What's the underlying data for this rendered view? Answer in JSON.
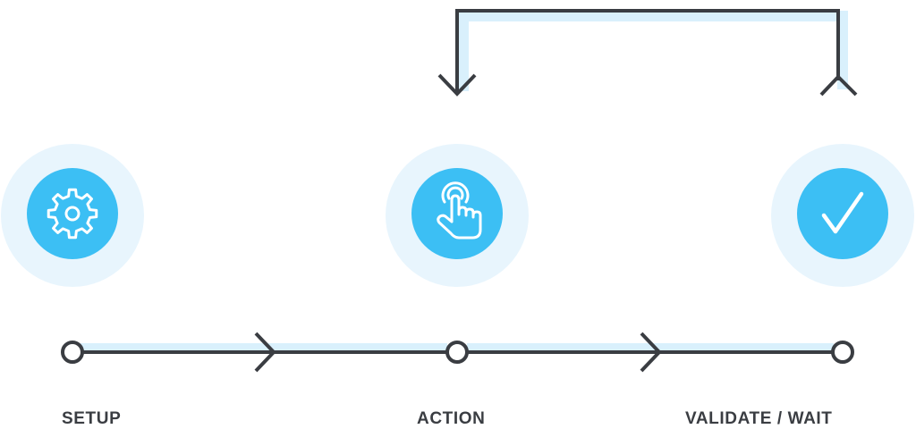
{
  "colors": {
    "halo": "#e8f5fd",
    "accent": "#3cbff4",
    "line": "#3a3d42",
    "highlight": "#d9f0fc",
    "icon_stroke": "#ffffff"
  },
  "steps": [
    {
      "label": "SETUP",
      "icon": "gear-icon"
    },
    {
      "label": "ACTION",
      "icon": "pointing-hand-icon"
    },
    {
      "label": "VALIDATE / WAIT",
      "icon": "checkmark-icon"
    }
  ],
  "loop": {
    "from_step": 2,
    "to_step": 1
  }
}
